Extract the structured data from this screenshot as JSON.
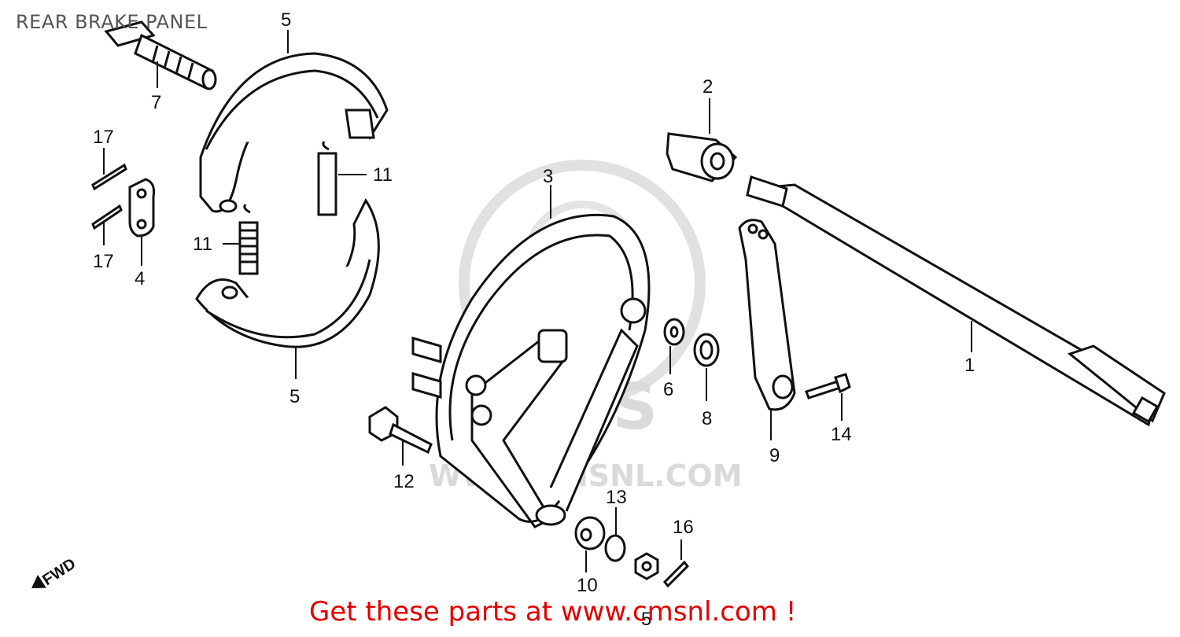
{
  "title": "REAR BRAKE PANEL",
  "promo": "Get these parts at www.cmsnl.com !",
  "watermark": {
    "brand": "CMS",
    "url": "WWW.CMSNL.COM"
  },
  "fwd_label": "FWD",
  "parts": [
    {
      "ref": "1",
      "label": "1"
    },
    {
      "ref": "2",
      "label": "2"
    },
    {
      "ref": "3",
      "label": "3"
    },
    {
      "ref": "4",
      "label": "4"
    },
    {
      "ref": "5a",
      "label": "5"
    },
    {
      "ref": "5b",
      "label": "5"
    },
    {
      "ref": "5c",
      "label": "5"
    },
    {
      "ref": "6",
      "label": "6"
    },
    {
      "ref": "7",
      "label": "7"
    },
    {
      "ref": "8",
      "label": "8"
    },
    {
      "ref": "9",
      "label": "9"
    },
    {
      "ref": "10",
      "label": "10"
    },
    {
      "ref": "11a",
      "label": "11"
    },
    {
      "ref": "11b",
      "label": "11"
    },
    {
      "ref": "12",
      "label": "12"
    },
    {
      "ref": "13",
      "label": "13"
    },
    {
      "ref": "14",
      "label": "14"
    },
    {
      "ref": "16",
      "label": "16"
    },
    {
      "ref": "17a",
      "label": "17"
    },
    {
      "ref": "17b",
      "label": "17"
    }
  ]
}
